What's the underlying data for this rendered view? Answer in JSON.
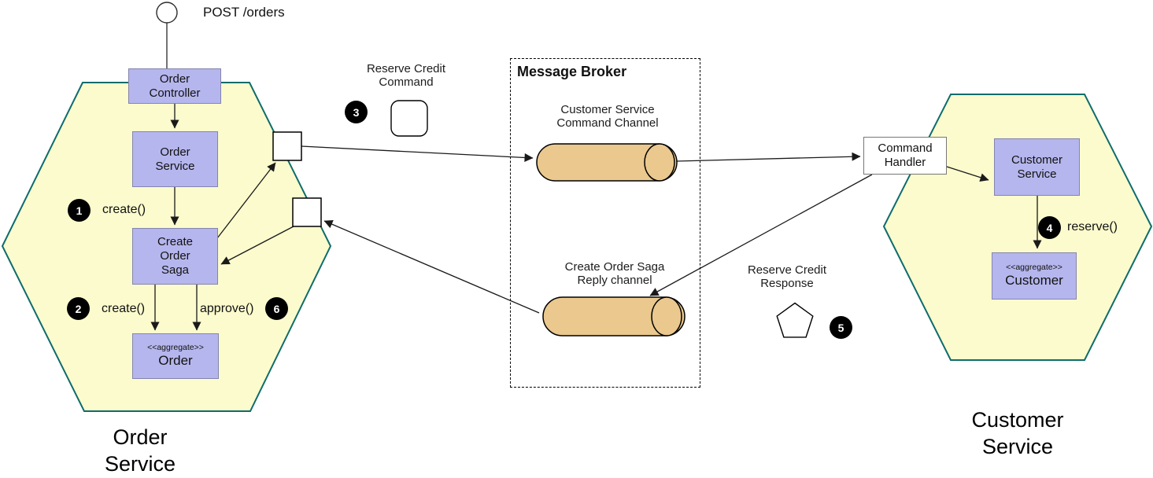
{
  "colors": {
    "hexagon_fill": "#fbfbcd",
    "hexagon_border": "#0e6c6c",
    "component_fill": "#b6b6ee",
    "component_border": "#8484ad",
    "cylinder_fill": "#eac88e",
    "badge_bg": "#000000",
    "badge_fg": "#ffffff"
  },
  "actor": {
    "endpoint_label": "POST /orders"
  },
  "order_hexagon": {
    "title": "Order\nService",
    "controller_label": "Order\nController",
    "service_label": "Order\nService",
    "saga_label": "Create\nOrder\nSaga",
    "aggregate_stereotype": "<<aggregate>>",
    "aggregate_label": "Order"
  },
  "customer_hexagon": {
    "title": "Customer\nService",
    "service_label": "Customer\nService",
    "aggregate_stereotype": "<<aggregate>>",
    "aggregate_label": "Customer",
    "command_handler_label": "Command\nHandler"
  },
  "message_broker": {
    "title": "Message Broker",
    "command_channel_label": "Customer Service\nCommand Channel",
    "reply_channel_label": "Create Order Saga\nReply channel"
  },
  "messages": {
    "command_label": "Reserve Credit\nCommand",
    "response_label": "Reserve Credit\nResponse"
  },
  "steps": {
    "s1": {
      "num": "1",
      "label": "create()"
    },
    "s2": {
      "num": "2",
      "label": "create()"
    },
    "s3": {
      "num": "3"
    },
    "s4": {
      "num": "4",
      "label": "reserve()"
    },
    "s5": {
      "num": "5"
    },
    "s6": {
      "num": "6",
      "label": "approve()"
    }
  }
}
